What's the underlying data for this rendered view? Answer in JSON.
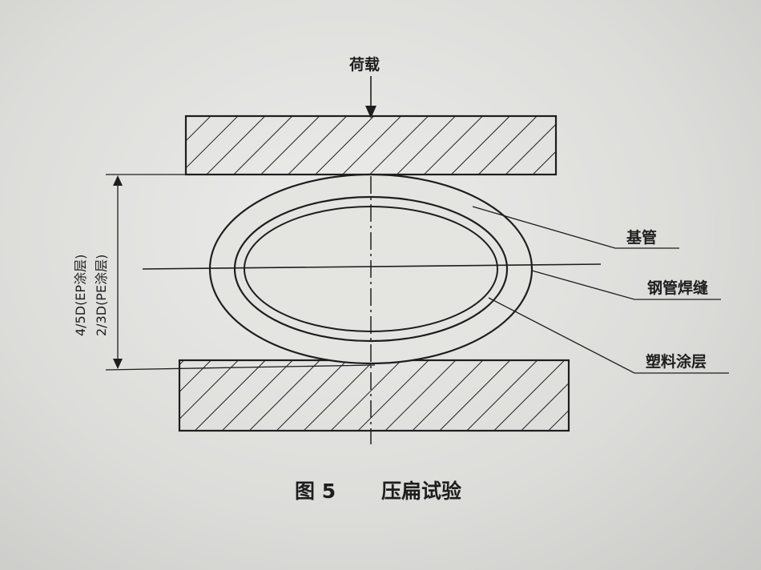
{
  "diagram": {
    "load_label": "荷载",
    "base_pipe_label": "基管",
    "weld_seam_label": "钢管焊缝",
    "plastic_coating_label": "塑料涂层",
    "dimension_label_ep": "4/5D(EP涂层)",
    "dimension_label_pe": "2/3D(PE涂层)"
  },
  "caption": {
    "figure_number": "图 5",
    "title": "压扁试验"
  },
  "colors": {
    "ink": "#1e1e1e",
    "paper": "#e6e6e3"
  }
}
